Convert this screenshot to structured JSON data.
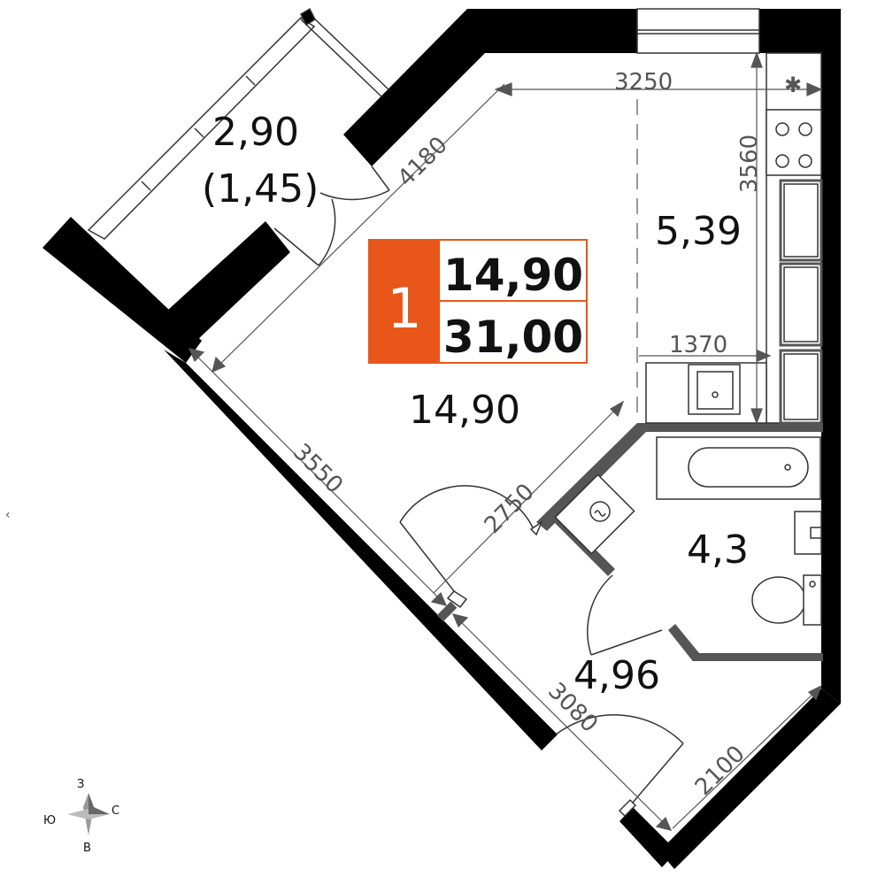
{
  "badge": {
    "rooms": "1",
    "living_area": "14,90",
    "total_area": "31,00",
    "color": "#e8561a"
  },
  "room_areas": {
    "balcony": "2,90",
    "balcony_reduced": "(1,45)",
    "kitchen": "5,39",
    "living": "14,90",
    "bathroom": "4,3",
    "hallway": "4,96"
  },
  "dimensions": {
    "d3250": "3250",
    "d4180": "4180",
    "d3560": "3560",
    "d1370": "1370",
    "d3550": "3550",
    "d2750": "2750",
    "d3080": "3080",
    "d2100": "2100"
  },
  "compass": {
    "north": "З",
    "west": "Ю",
    "east": "С",
    "south": "В"
  },
  "markers": {
    "left_edge": "‹",
    "vent": "✱"
  },
  "icons": [
    "sink-icon",
    "stove-icon",
    "washing-machine-icon",
    "bathtub-icon",
    "toilet-icon",
    "compass-icon"
  ]
}
